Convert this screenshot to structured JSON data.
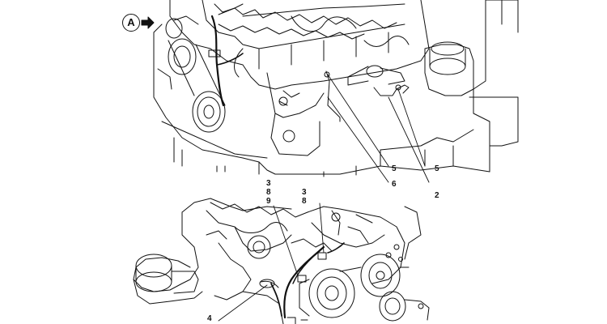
{
  "view_marker": {
    "letter": "A"
  },
  "callouts": {
    "top_5a": "5",
    "top_6": "6",
    "top_5b": "5",
    "top_2": "2",
    "bot_stack_left": [
      "3",
      "8",
      "9"
    ],
    "bot_stack_right": [
      "3",
      "8"
    ],
    "bot_4": "4"
  },
  "colors": {
    "line": "#111111",
    "paper": "#ffffff"
  }
}
